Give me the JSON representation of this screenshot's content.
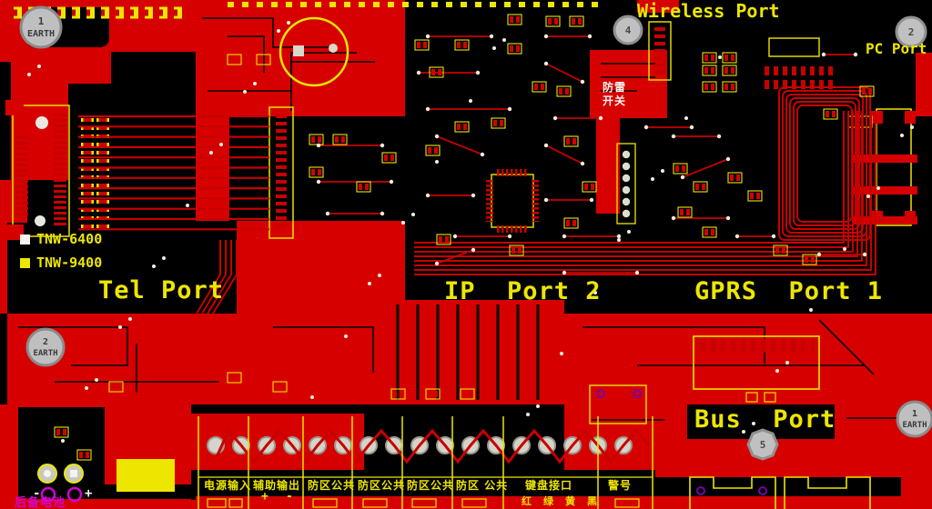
{
  "board": {
    "title": "alarm control panel PCB layout",
    "labels": {
      "wireless_port": "Wireless Port",
      "pc_port": "PC Port",
      "tel_port": "Tel Port",
      "ip_port": "IP  Port 2",
      "gprs_port": "GPRS  Port 1",
      "bus_port": "Bus  Port"
    },
    "legend": {
      "model_1": "TNW-6400",
      "model_2": "TNW-9400"
    },
    "annotations": {
      "lightning_switch_line1": "防雷",
      "lightning_switch_line2": "开关"
    },
    "battery": {
      "label": "后备电池",
      "minus": "-",
      "plus": "+"
    },
    "terminal_strip": {
      "labels": [
        "电源输入",
        "辅助输出",
        "防区公共",
        "防区公共",
        "防区公共",
        "防区 公共",
        "键盘接口",
        "警号"
      ],
      "aux_polarity": [
        "+",
        "-"
      ],
      "wire_colors": [
        "红",
        "绿",
        "黄",
        "黑"
      ]
    },
    "earth_markers": [
      {
        "num": "1",
        "label": "EARTH"
      },
      {
        "num": "2",
        "label": "EARTH"
      },
      {
        "num": "1",
        "label": "EARTH"
      }
    ],
    "numbered_pads": [
      {
        "num": "4"
      },
      {
        "num": "2"
      },
      {
        "num": "5"
      }
    ],
    "colors": {
      "background": "#000000",
      "copper": "#d60000",
      "trace": "#c80000",
      "silkscreen": "#ede600",
      "via": "#f0f0e0",
      "pad_gray": "#c0c0c0",
      "magenta": "#d400d4",
      "white_text": "#f4f4ee"
    }
  }
}
